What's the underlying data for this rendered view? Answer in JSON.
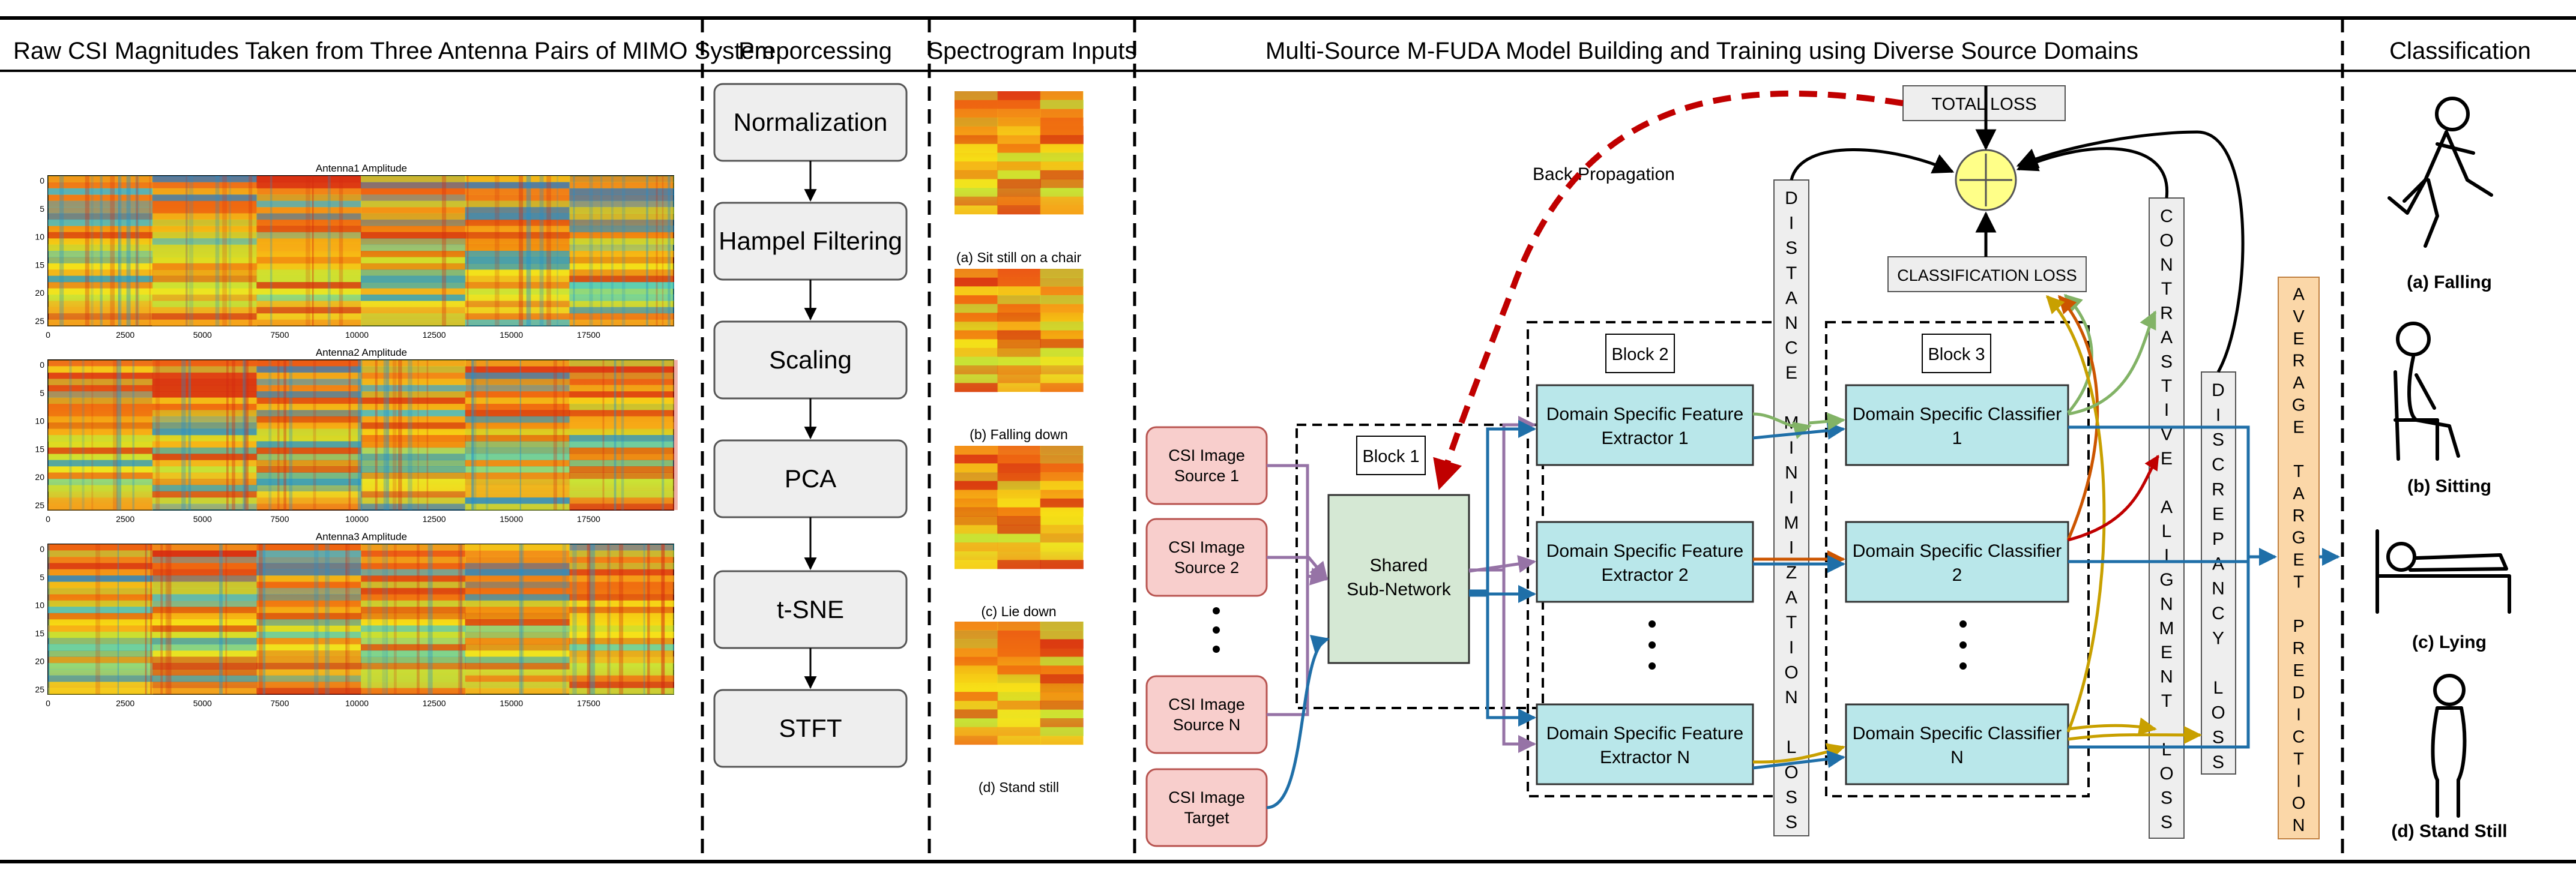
{
  "sections": {
    "raw": "Raw CSI Magnitudes Taken from Three Antenna Pairs of MIMO System",
    "pre": "Preporcessing",
    "spec": "Spectrogram Inputs",
    "model": "Multi-Source M-FUDA Model Building and Training using Diverse Source Domains",
    "cls": "Classification"
  },
  "heatmaps": [
    {
      "title": "Antenna1 Amplitude"
    },
    {
      "title": "Antenna2 Amplitude"
    },
    {
      "title": "Antenna3 Amplitude"
    }
  ],
  "heatmap_yticks": [
    "0",
    "5",
    "10",
    "15",
    "20",
    "25"
  ],
  "heatmap_xticks": [
    "0",
    "2500",
    "5000",
    "7500",
    "10000",
    "12500",
    "15000",
    "17500"
  ],
  "preprocessing_steps": [
    "Normalization",
    "Hampel Filtering",
    "Scaling",
    "PCA",
    "t-SNE",
    "STFT"
  ],
  "spectrogram_captions": [
    "(a) Sit still on a chair",
    "(b)  Falling down",
    "(c) Lie down",
    "(d) Stand still"
  ],
  "model": {
    "inputs": [
      {
        "line1": "CSI Image",
        "line2": "Source 1"
      },
      {
        "line1": "CSI Image",
        "line2": "Source 2"
      },
      {
        "line1": "CSI Image",
        "line2": "Source N"
      },
      {
        "line1": "CSI Image",
        "line2": "Target"
      }
    ],
    "block1": "Block 1",
    "block2": "Block 2",
    "block3": "Block 3",
    "shared": {
      "line1": "Shared",
      "line2": "Sub-Network"
    },
    "extractors": [
      {
        "line1": "Domain Specific Feature",
        "line2": "Extractor 1"
      },
      {
        "line1": "Domain Specific Feature",
        "line2": "Extractor 2"
      },
      {
        "line1": "Domain Specific Feature",
        "line2": "Extractor N"
      }
    ],
    "classifiers": [
      {
        "line1": "Domain Specific Classifier",
        "line2": "1"
      },
      {
        "line1": "Domain Specific Classifier",
        "line2": "2"
      },
      {
        "line1": "Domain Specific Classifier",
        "line2": "N"
      }
    ],
    "total_loss": "TOTAL LOSS",
    "classification_loss": "CLASSIFICATION LOSS",
    "back_propagation": "Back Propagation",
    "distance_loss": "DISTANCE MINIMIZATION LOSS",
    "contrastive_loss": "CONTRASTIVE ALIGNMENT LOSS",
    "discrepancy_loss": "DISCREPANCY LOSS",
    "average": "AVERAGE TARGET PREDICTION"
  },
  "classes": [
    "(a) Falling",
    "(b) Sitting",
    "(c) Lying",
    "(d) Stand Still"
  ],
  "colors": {
    "input_fill": "#f8cecc",
    "input_stroke": "#b85450",
    "shared_fill": "#d5e8d4",
    "shared_stroke": "#333333",
    "block_fill": "#b9e7ea",
    "loss_fill": "#eeeeee",
    "average_fill": "#fbd7a8",
    "sum_fill": "#ffff88",
    "arrow_blue": "#1f6fa8",
    "arrow_purple": "#9673a6",
    "arrow_red": "#c00000",
    "arrow_orange": "#cc5500",
    "arrow_green": "#82b366",
    "arrow_gold": "#c8a000"
  }
}
